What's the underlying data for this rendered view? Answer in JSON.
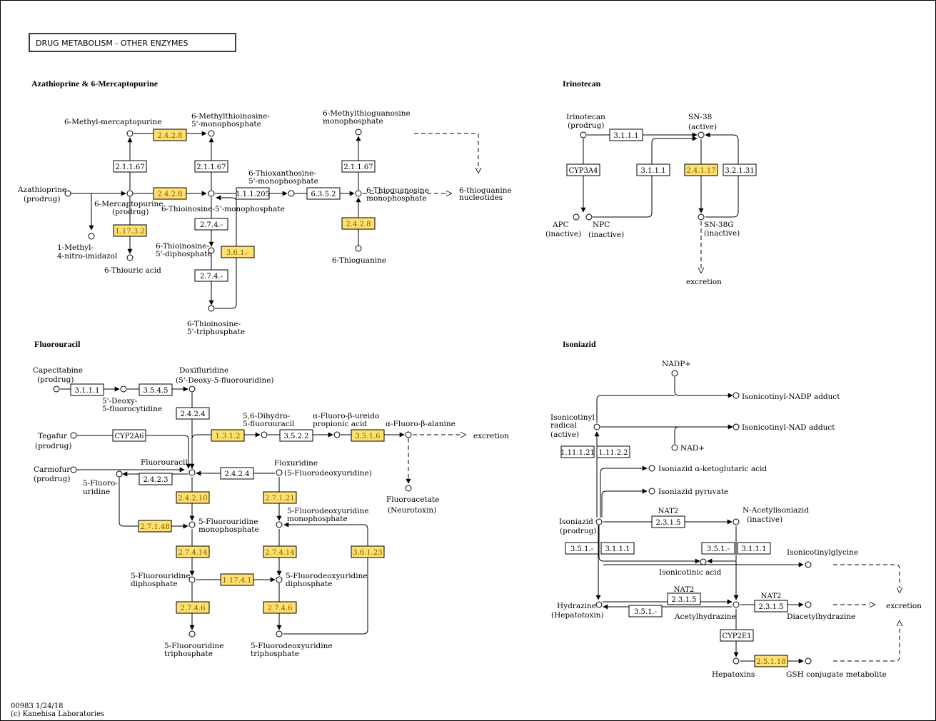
{
  "title": "DRUG  METABOLISM - OTHER ENZYMES",
  "footer": {
    "map_id": "00983 1/24/18",
    "copyright": "(c) Kanehisa Laboratories"
  },
  "colors": {
    "highlight": "#ffe070",
    "border": "#000000"
  },
  "sections": {
    "aza": "Azathioprine & 6-Mercaptopurine",
    "iri": "Irinotecan",
    "fu": "Fluorouracil",
    "iso": "Isoniazid"
  },
  "enzymes": {
    "a1": "2.4.2.8",
    "a2": "2.4.2.8",
    "a3": "2.1.1.67",
    "a4": "2.1.1.67",
    "a5": "1.1.1.205",
    "a6": "6.3.5.2",
    "a7": "2.1.1.67",
    "a8": "2.4.2.8",
    "a9": "1.17.3.2",
    "a10": "2.7.4.-",
    "a11": "3.6.1.-",
    "a12": "2.7.4.-",
    "i1": "3.1.1.1",
    "i2": "CYP3A4",
    "i3": "3.1.1.1",
    "i4": "2.4.1.17",
    "i5": "3.2.1.31",
    "f1": "3.1.1.1",
    "f2": "3.5.4.5",
    "f3": "2.4.2.4",
    "f4": "CYP2A6",
    "f5": "1.3.1.2",
    "f6": "3.5.2.2",
    "f7": "3.5.1.6",
    "f8": "2.4.2.3",
    "f9": "2.4.2.4",
    "f10": "2.4.2.10",
    "f11": "2.7.1.21",
    "f12": "2.7.1.48",
    "f13": "2.7.4.14",
    "f14": "2.7.4.14",
    "f15": "3.6.1.23",
    "f16": "1.17.4.1",
    "f17": "2.7.4.6",
    "f18": "2.7.4.6",
    "s1": "1.11.1.21",
    "s2": "1.11.2.2",
    "s3": "NAT2",
    "s4": "2.3.1.5",
    "s5": "3.5.1.-",
    "s6": "3.1.1.1",
    "s7": "3.5.1.-",
    "s8": "3.1.1.1",
    "s9": "NAT2",
    "s10": "2.3.1.5",
    "s11": "3.5.1.-",
    "s12": "NAT2",
    "s13": "2.3.1.5",
    "s14": "CYP2E1",
    "s15": "2.5.1.18"
  },
  "labels": {
    "methylmp": "6-Methyl-mercaptopurine",
    "mtimp1": "6-Methylthioinosine-",
    "mtimp2": "5'-monophosphate",
    "mtgmp1": "6-Methylthioguanosine",
    "mtgmp2": "monophosphate",
    "aza1": "Azathioprine",
    "aza2": "(prodrug)",
    "mp1": "6-Mercaptopurine",
    "mp2": "(prodrug)",
    "timp": "6-Thioinosine-5'-monophosphate",
    "txmp1": "6-Thioxanthosine-",
    "txmp2": "5'-monophosphate",
    "tgmp1": "6-Thioguanosine",
    "tgmp2": "monophosphate",
    "tgn1": "6-thioguanine",
    "tgn2": "nucleotides",
    "mni1": "1-Methyl-",
    "mni2": "4-nitro-imidazol",
    "tua": "6-Thiouric acid",
    "tidp1": "6-Thioinosine-",
    "tidp2": "5'-diphosphate",
    "tg": "6-Thioguanine",
    "titp1": "6-Thioinosine-",
    "titp2": "5'-triphosphate",
    "iri1": "Irinotecan",
    "iri2": "(prodrug)",
    "sn1": "SN-38",
    "sn2": "(active)",
    "apc1": "APC",
    "apc2": "(inactive)",
    "npc1": "NPC",
    "npc2": "(inactive)",
    "sng1": "SN-38G",
    "sng2": "(inactive)",
    "excr1": "excretion",
    "cap1": "Capecitabine",
    "cap2": "(prodrug)",
    "dfcr1": "5'-Deoxy-",
    "dfcr2": "5-fluorocytidine",
    "dfur1": "Doxifluridine",
    "dfur2": "(5'-Deoxy-5-fluorouridine)",
    "teg1": "Tegafur",
    "teg2": "(prodrug)",
    "dhfu1": "5,6-Dihydro-",
    "dhfu2": "5-fluorouracil",
    "fupa1": "α-Fluoro-β-ureido",
    "fupa2": "propionic acid",
    "fbal": "α-Fluoro-β-alanine",
    "excr2": "excretion",
    "carm1": "Carmofur",
    "carm2": "(prodrug)",
    "fu": "Fluorouracil",
    "fur1": "5-Fluoro-",
    "fur2": "uridine",
    "fudr1": "Floxuridine",
    "fudr2": "(5-Fluorodeoxyuridine)",
    "fac1": "Fluoroacetate",
    "fac2": "(Neurotoxin)",
    "fump1": "5-Fluorouridine",
    "fump2": "monophosphate",
    "fdump1": "5-Fluorodeoxyuridine",
    "fdump2": "monophosphate",
    "fudp1": "5-Fluorouridine",
    "fudp2": "diphosphate",
    "fdudp1": "5-Fluorodeoxyuridine",
    "fdudp2": "diphosphate",
    "futp1": "5-Fluorouridine",
    "futp2": "triphosphate",
    "fdutp1": "5-Fluorodeoxyuridine",
    "fdutp2": "triphosphate",
    "nadpp": "NADP+",
    "inadp": "Isonicotinyl-NADP adduct",
    "irad1": "Isonicotinyl",
    "irad2": "radical",
    "irad3": "(active)",
    "inad": "Isonicotinyl-NAD adduct",
    "nadp": "NAD+",
    "iakg": "Isoniazid α-ketoglutaric acid",
    "ipyr": "Isoniazid pyruvate",
    "inh1": "Isoniazid",
    "inh2": "(prodrug)",
    "acinh1": "N-Acetylisoniazid",
    "acinh2": "(inactive)",
    "igly": "Isonicotinylglycine",
    "ina": "Isonicotinic acid",
    "hyd1": "Hydrazine",
    "hyd2": "(Hepatotoxin)",
    "achyd": "Acetylhydrazine",
    "dachyd": "Diacetylhydrazine",
    "excr3": "excretion",
    "hepx": "Hepatoxins",
    "gsh": "GSH conjugate metabolite"
  }
}
